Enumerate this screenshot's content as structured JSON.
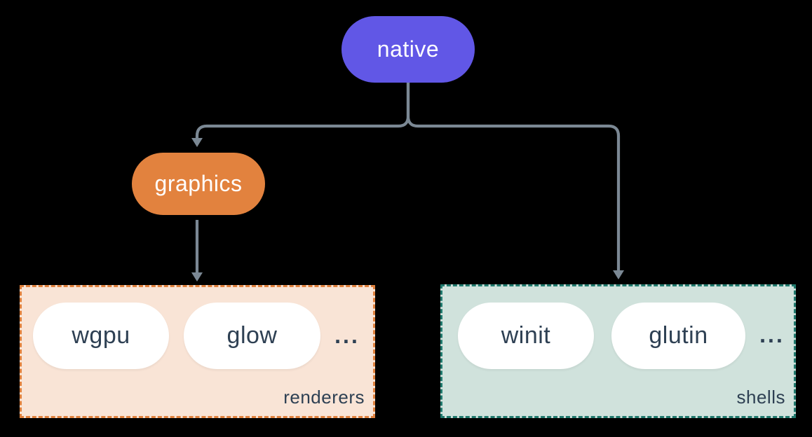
{
  "nodes": {
    "native": "native",
    "graphics": "graphics"
  },
  "groups": [
    {
      "name": "renderers",
      "label": "renderers",
      "items": [
        "wgpu",
        "glow"
      ],
      "ellipsis": "..."
    },
    {
      "name": "shells",
      "label": "shells",
      "items": [
        "winit",
        "glutin"
      ],
      "ellipsis": "..."
    }
  ],
  "colors": {
    "background": "#000000",
    "native_fill": "#6157e6",
    "graphics_fill": "#e2823e",
    "renderers_fill": "#f9e4d6",
    "renderers_border": "#e0813d",
    "shells_fill": "#d0e2dc",
    "shells_border": "#20796d",
    "item_pill_fill": "#ffffff",
    "node_text": "#ffffff",
    "item_text": "#2e4053",
    "connector": "#7b8894"
  }
}
